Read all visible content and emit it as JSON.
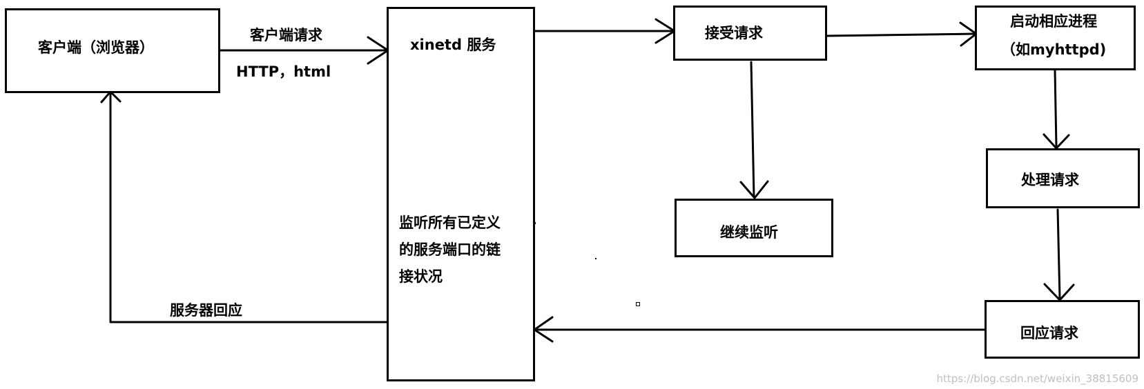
{
  "nodes": {
    "client": {
      "label": "客户端（浏览器）"
    },
    "xinetd": {
      "label": "xinetd 服务",
      "description": "监听所有已定义\n的服务端口的链\n接状况"
    },
    "accept": {
      "label": "接受请求"
    },
    "launch": {
      "label": "启动相应进程\n（如myhttpd)"
    },
    "continue_listen": {
      "label": "继续监听"
    },
    "process": {
      "label": "处理请求"
    },
    "respond": {
      "label": "回应请求"
    }
  },
  "edges": {
    "client_request": {
      "label": "客户端请求",
      "sublabel": "HTTP，html"
    },
    "server_response": {
      "label": "服务器回应"
    }
  },
  "watermark": "https://blog.csdn.net/weixin_38815609",
  "colors": {
    "stroke": "#000000",
    "background": "#ffffff",
    "watermark": "#bfbfbf"
  }
}
